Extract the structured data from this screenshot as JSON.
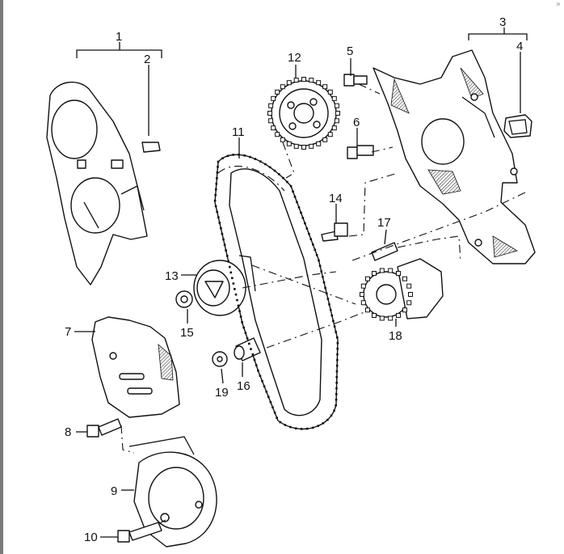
{
  "diagram": {
    "callouts": [
      "1",
      "2",
      "3",
      "4",
      "5",
      "6",
      "7",
      "8",
      "9",
      "10",
      "11",
      "12",
      "13",
      "14",
      "15",
      "16",
      "17",
      "18",
      "19"
    ]
  },
  "ui": {
    "corner_glyph": "»"
  }
}
